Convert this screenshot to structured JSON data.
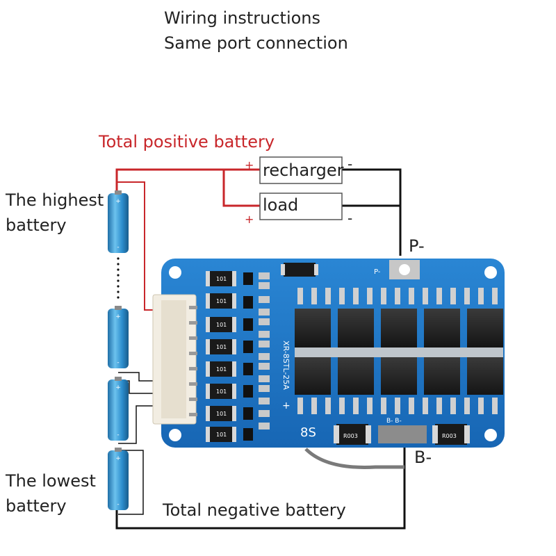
{
  "header": {
    "line1": "Wiring instructions",
    "line2": "Same port connection"
  },
  "labels": {
    "total_positive": "Total positive battery",
    "total_negative": "Total negative battery",
    "highest_battery": [
      "The highest",
      "battery"
    ],
    "lowest_battery": [
      "The lowest",
      "battery"
    ],
    "p_minus": "P-",
    "b_minus": "B-",
    "plus_sign": "+",
    "minus_sign": "-"
  },
  "boxes": {
    "recharger": "recharger",
    "load": "load"
  },
  "board": {
    "model_text": "XR-8STL-25A",
    "cell_count": "8S",
    "resistor_code": "101",
    "shunt_code": "R003",
    "pad_p": "P-",
    "pad_b": "B- B-"
  },
  "colors": {
    "positive_wire": "#c8262a",
    "negative_wire": "#111111",
    "pcb": "#1e78c8",
    "battery": "#3a9bd6"
  }
}
